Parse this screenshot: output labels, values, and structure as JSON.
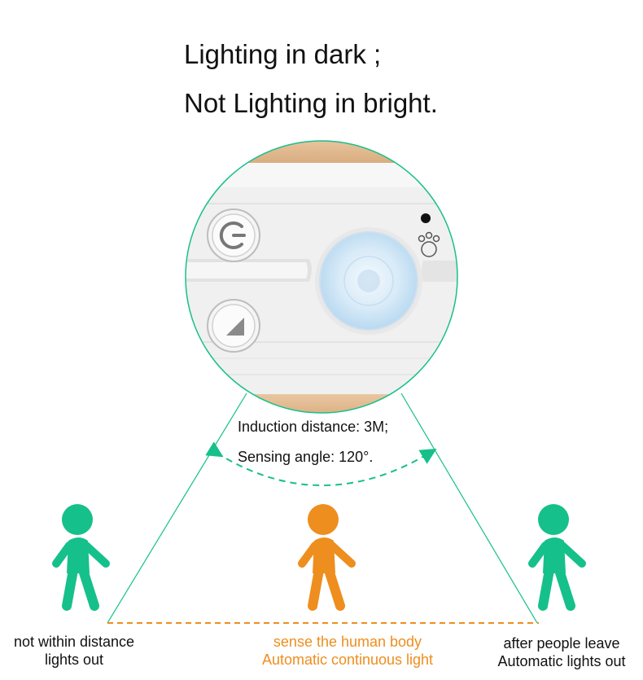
{
  "headline": {
    "line1": "Lighting in dark ;",
    "line2": "Not Lighting in bright."
  },
  "specs": {
    "distance": "Induction distance: 3M;",
    "angle": "Sensing angle: 120°."
  },
  "states": [
    {
      "line1": "not within distance",
      "line2": "lights out",
      "color": "#16c08a"
    },
    {
      "line1": "sense the human body",
      "line2": "Automatic continuous light",
      "color": "#ee8e1e"
    },
    {
      "line1": "after people leave",
      "line2": "Automatic lights out",
      "color": "#16c08a"
    }
  ],
  "colors": {
    "accent_green": "#16c08a",
    "accent_orange": "#ee8e1e",
    "wood": "#e3b88f"
  },
  "icons": [
    "power-icon",
    "triangle-mode-icon",
    "paw-icon",
    "pir-sensor-lens"
  ]
}
